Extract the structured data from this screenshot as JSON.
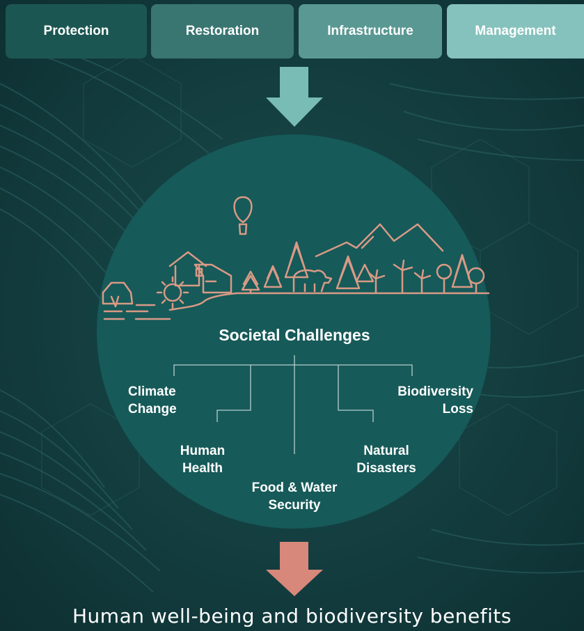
{
  "interventions": [
    "Protection",
    "Restoration",
    "Infrastructure",
    "Management"
  ],
  "center_title": "Societal Challenges",
  "challenges": {
    "climate_change": [
      "Climate",
      "Change"
    ],
    "human_health": [
      "Human",
      "Health"
    ],
    "food_water": [
      "Food & Water",
      "Security"
    ],
    "natural_disasters": [
      "Natural",
      "Disasters"
    ],
    "biodiversity_loss": [
      "Biodiversity",
      "Loss"
    ]
  },
  "outcome": "Human well-being and biodiversity benefits",
  "colors": {
    "background": "#123a3c",
    "circle": "#165a59",
    "arrow_down_top": "#79bcb6",
    "arrow_down_bottom": "#d7887a",
    "illustration_line": "#d99a86",
    "connector_line": "#b7cfcd"
  }
}
